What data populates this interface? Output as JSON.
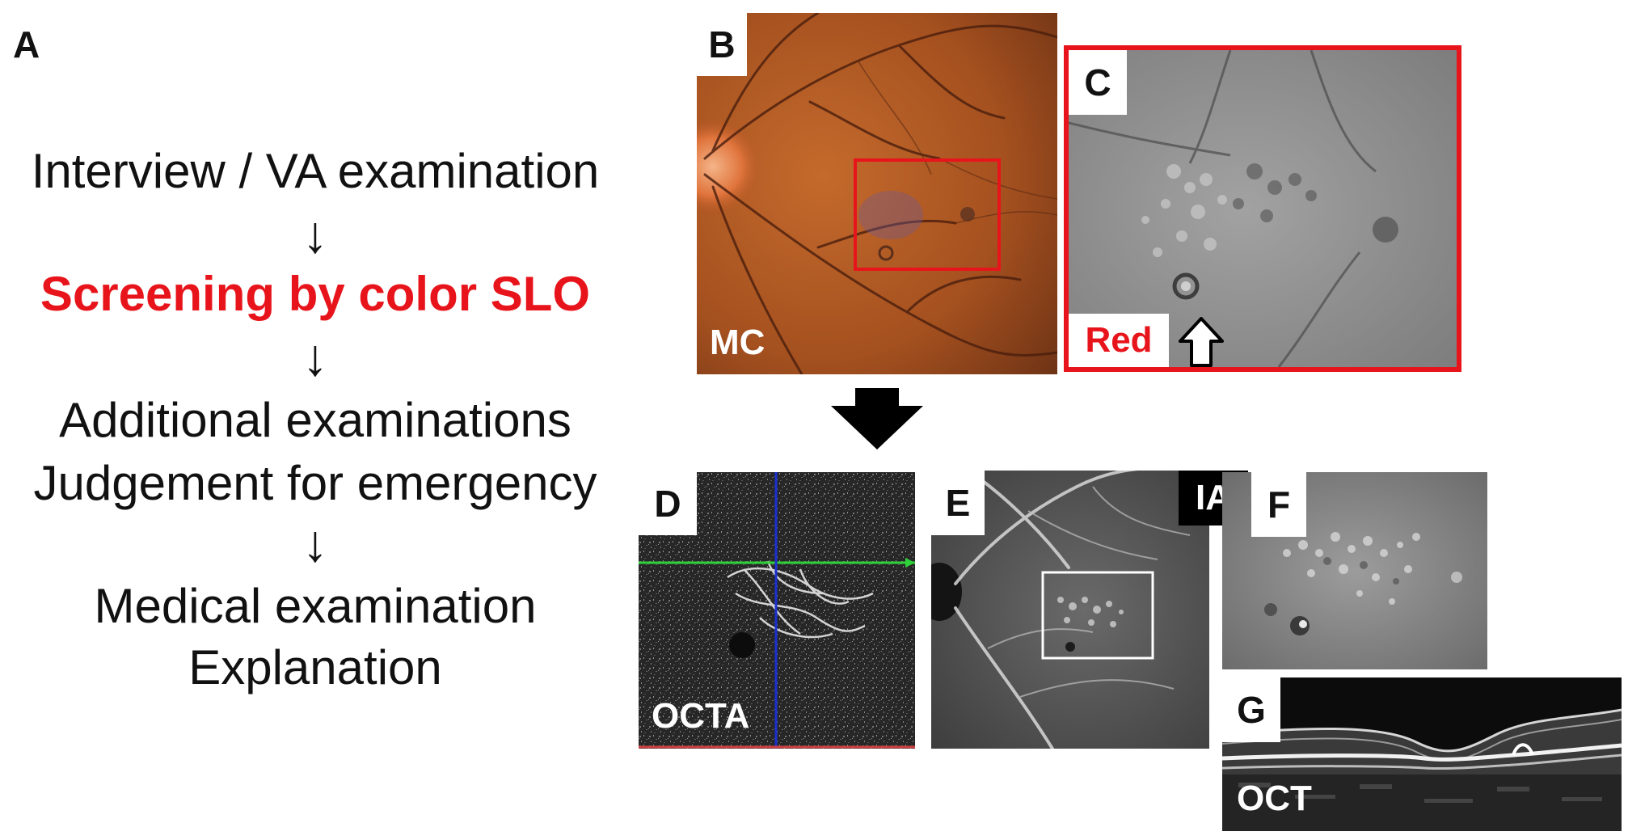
{
  "panel_letters": {
    "a": "A",
    "b": "B",
    "c": "C",
    "d": "D",
    "e": "E",
    "f": "F",
    "g": "G"
  },
  "flow": {
    "step1": "Interview / VA examination",
    "arrow": "↓",
    "step2": "Screening by color SLO",
    "step3_line1": "Additional examinations",
    "step3_line2": "Judgement for emergency",
    "step4_line1": "Medical examination",
    "step4_line2": "Explanation"
  },
  "image_labels": {
    "mc": "MC",
    "red": "Red",
    "octa": "OCTA",
    "ia": "IA",
    "oct": "OCT"
  },
  "colors": {
    "highlight": "#e8141b",
    "text": "#111111",
    "arrow": "#000000",
    "octa_green": "#2fd13a",
    "octa_blue": "#1a2fd0"
  }
}
